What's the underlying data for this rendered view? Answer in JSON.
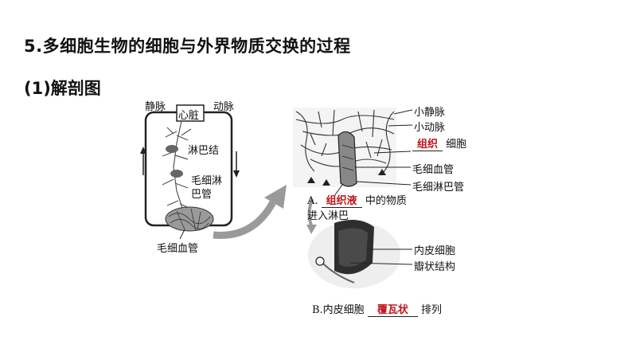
{
  "title": "5.多细胞生物的细胞与外界物质交换的过程",
  "subtitle": "(1)解剖图",
  "left_diagram": {
    "vein_label": "静脉",
    "heart_label": "心脏",
    "artery_label": "动脉",
    "lymph_node_label": "淋巴结",
    "lymph_capillary_label_1": "毛细淋",
    "lymph_capillary_label_2": "巴管",
    "capillary_label": "毛细血管"
  },
  "right_diagram": {
    "venule_label": "小静脉",
    "arteriole_label": "小动脉",
    "tissue_answer": "组织",
    "tissue_suffix": "细胞",
    "capillary_label": "毛细血管",
    "lymph_capillary_label": "毛细淋巴管",
    "a_prefix": "A.",
    "a_answer": "组织液",
    "a_text": "中的物质",
    "a_text2": "进入淋巴",
    "endothelial_label": "内皮细胞",
    "valve_label": "瓣状结构",
    "b_prefix": "B.内皮细胞",
    "b_answer": "覆瓦状",
    "b_suffix": "排列"
  },
  "colors": {
    "answer": "#c0151b",
    "arrow": "#8a8a8a"
  }
}
